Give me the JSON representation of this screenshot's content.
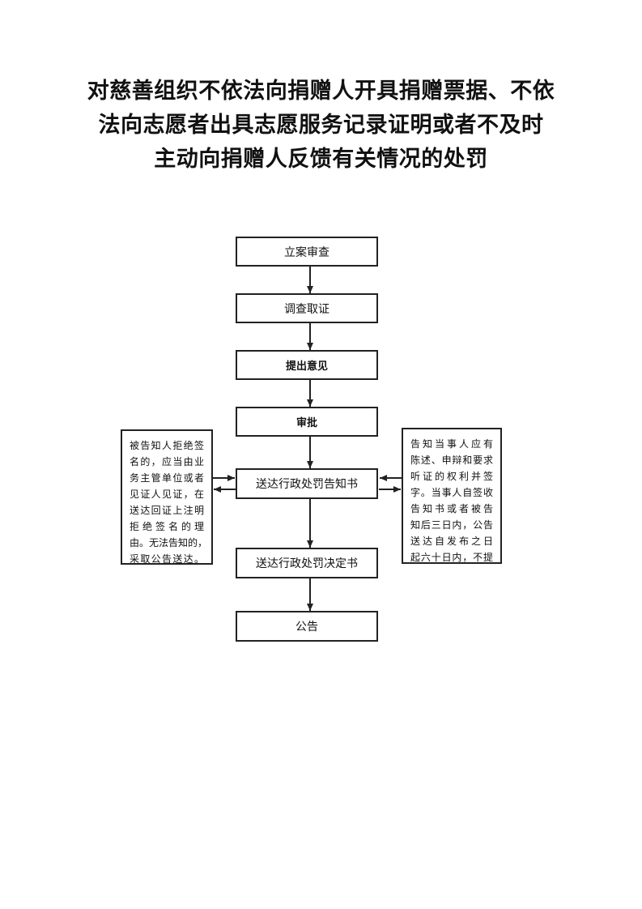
{
  "title_lines": [
    "对慈善组织不依法向捐赠人开具捐赠票据、不依",
    "法向志愿者出具志愿服务记录证明或者不及时",
    "主动向捐赠人反馈有关情况的处罚"
  ],
  "steps": {
    "s1": "立案审查",
    "s2": "调查取证",
    "s3": "提出意见",
    "s4": "审批",
    "s5": "送达行政处罚告知书",
    "s6": "送达行政处罚决定书",
    "s7": "公告"
  },
  "left_note_lines": [
    "被告知人拒绝签",
    "名的，应当由业",
    "务主管单位或者",
    "见证人见证，在",
    "送达回证上注明",
    "拒绝签名的理",
    "由。无法告知的，",
    "采取公告送达。"
  ],
  "right_note_lines": [
    "告知当事人应有",
    "陈述、申辩和要求",
    "听证的权利并签",
    "字。当事人自签收",
    "告知书或者被告",
    "知后三日内，公告",
    "送达自发布之日",
    "起六十日内，不提"
  ]
}
